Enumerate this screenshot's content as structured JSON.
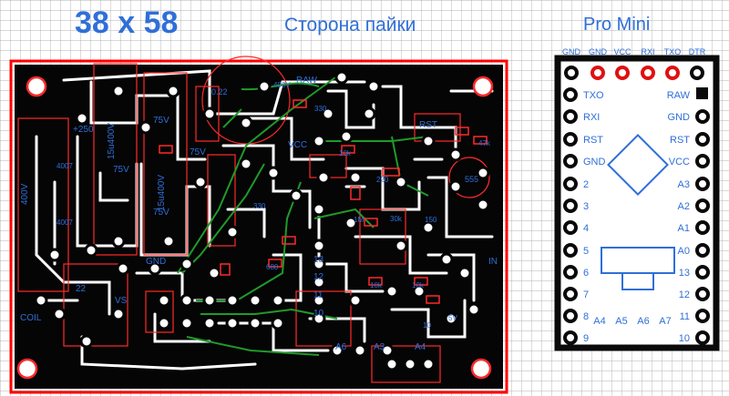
{
  "title": "38 x 58",
  "subtitle": "Сторона пайки",
  "module": {
    "name": "Pro Mini",
    "top_pins": [
      "GND",
      "GND",
      "VCC",
      "RXI",
      "TXO",
      "DTR"
    ],
    "left_pins": [
      "TXO",
      "RXI",
      "RST",
      "GND",
      "2",
      "3",
      "4",
      "5",
      "6",
      "7",
      "8",
      "9"
    ],
    "right_pins": [
      "RAW",
      "GND",
      "RST",
      "VCC",
      "A3",
      "A2",
      "A1",
      "A0",
      "13",
      "12",
      "11",
      "10"
    ],
    "bottom_pins": [
      "A4",
      "A5",
      "A6",
      "A7"
    ]
  },
  "board_labels": {
    "l_400v": "400V",
    "l_4007a": "4007",
    "l_4007b": "4007",
    "l_250": "+250",
    "l_15u400v": "15u400V",
    "l_75v_a": "75V",
    "l_75v_b": "75V",
    "l_15u400v_b": "15u400V",
    "l_75v_c": "75V",
    "l_75v_d": "75V",
    "l_022": "0.22",
    "l_400v_b": "400V",
    "l_raw": "RAW",
    "l_330_a": "330",
    "l_vcc": "VCC",
    "l_rst": "RST",
    "l_47k": "47k",
    "l_555": "555",
    "l_gnd": "GND",
    "l_vs": "VS",
    "l_coil": "COIL",
    "l_22": "22",
    "l_220": "220",
    "l_30k": "30k",
    "l_1m": "1M",
    "l_150": "150",
    "l_10k_a": "10k",
    "l_10k_b": "10k",
    "l_10k_c": "10k",
    "l_5v": "5V",
    "l_in": "IN",
    "l_a6": "A6",
    "l_a3": "A3",
    "l_a4": "A4",
    "l_680": "680",
    "l_330_b": "330",
    "l_13": "13",
    "l_12": "12",
    "l_11": "11",
    "l_10": "10",
    "l_10_b": "10"
  }
}
